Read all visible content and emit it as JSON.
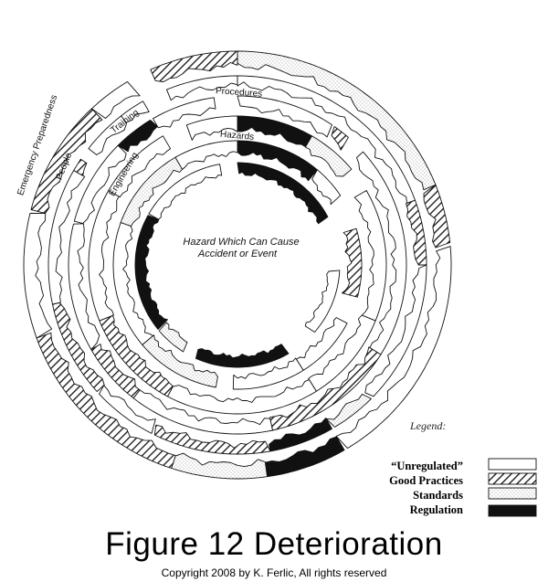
{
  "diagram": {
    "center_text": [
      "Hazard Which Can Cause",
      "Accident or Event"
    ],
    "ring_labels": {
      "hazards": "Hazards",
      "procedures": "Procedures",
      "engineering": "Engineering",
      "training": "Training",
      "people": "People",
      "emergency": "Emergency Preparedness"
    },
    "legend": {
      "title": "Legend:",
      "items": [
        {
          "label": "“Unregulated”",
          "pattern": "blank"
        },
        {
          "label": "Good Practices",
          "pattern": "hatch"
        },
        {
          "label": "Standards",
          "pattern": "dots"
        },
        {
          "label": "Regulation",
          "pattern": "solid"
        }
      ]
    },
    "colors": {
      "ink": "#111111",
      "dots": "#888888",
      "background": "#ffffff"
    }
  },
  "caption": "Figure 12   Deterioration",
  "copyright": "Copyright 2008 by K. Ferlic, All rights reserved"
}
